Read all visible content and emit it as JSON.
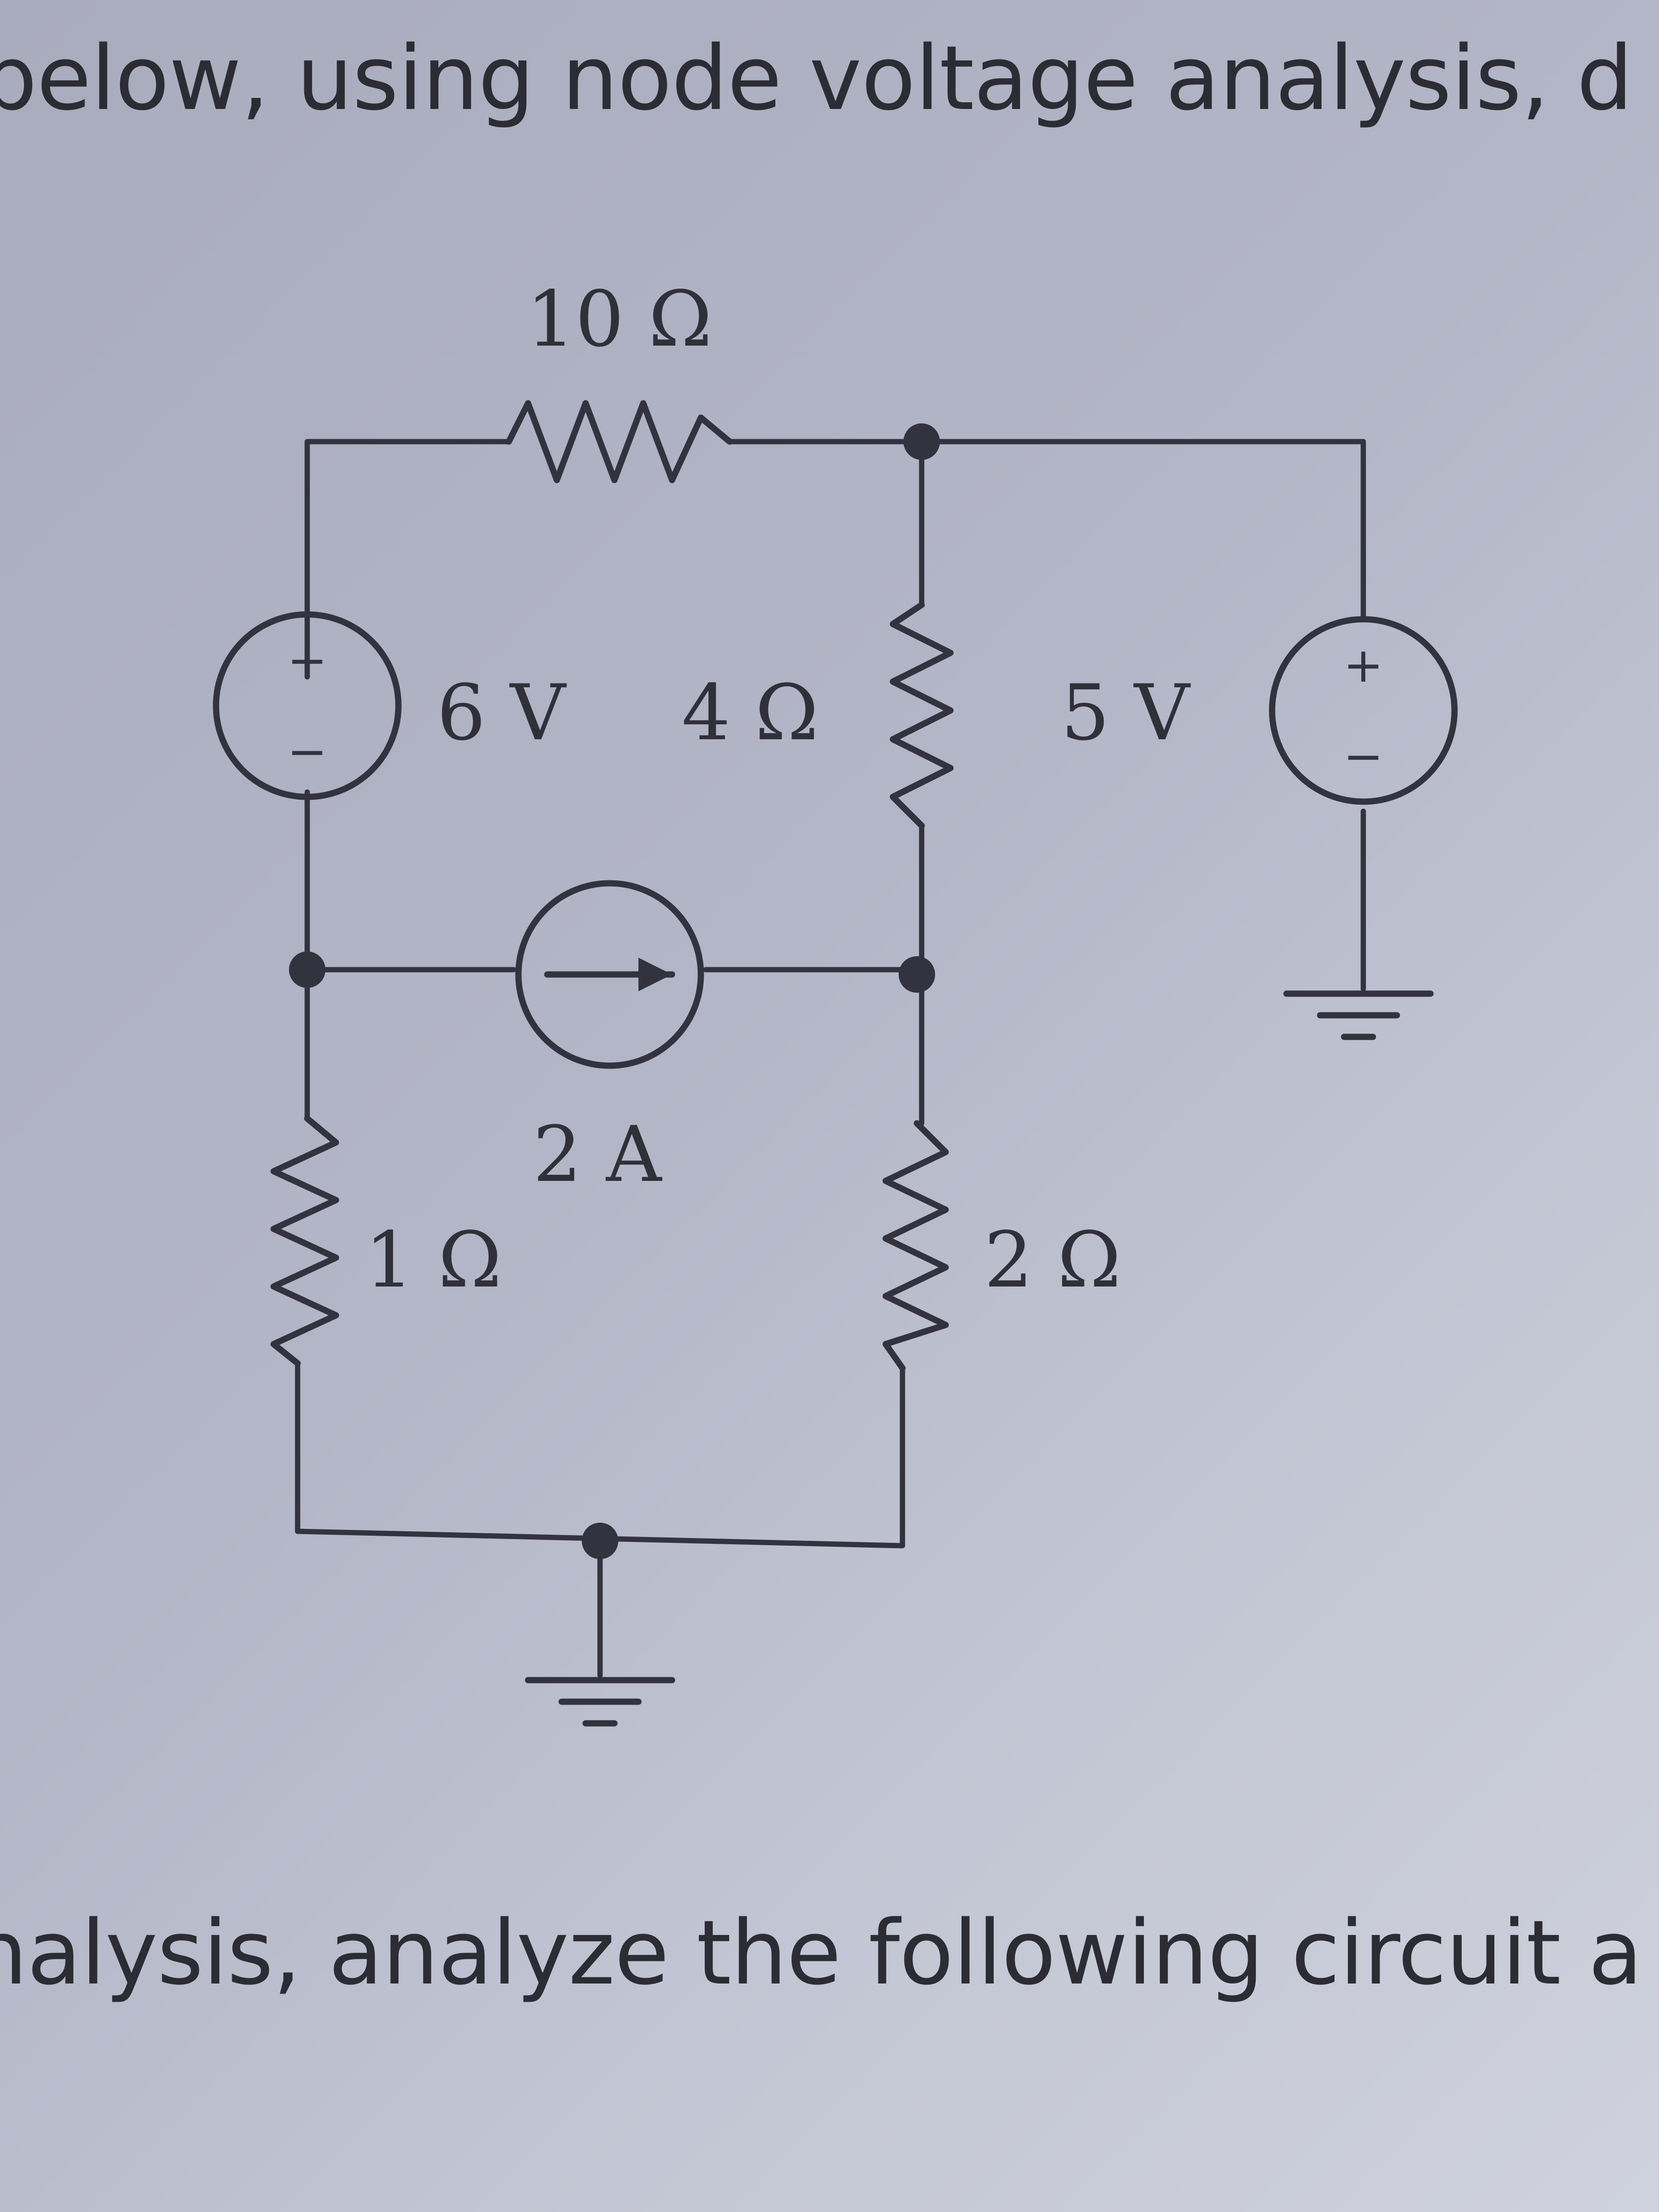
{
  "text": {
    "top_line": "below, using node voltage analysis, d",
    "bottom_line": "nalysis, analyze the following circuit a"
  },
  "circuit": {
    "components": [
      {
        "id": "R_top",
        "kind": "resistor",
        "label": "10 Ω"
      },
      {
        "id": "R_mid",
        "kind": "resistor",
        "label": "4 Ω"
      },
      {
        "id": "R_left",
        "kind": "resistor",
        "label": "1 Ω"
      },
      {
        "id": "R_right",
        "kind": "resistor",
        "label": "2 Ω"
      },
      {
        "id": "V_left",
        "kind": "voltage-source",
        "label": "6 V",
        "plus": "+",
        "minus": "−"
      },
      {
        "id": "V_right",
        "kind": "voltage-source",
        "label": "5 V",
        "plus": "+",
        "minus": "−"
      },
      {
        "id": "I_src",
        "kind": "current-source",
        "label": "2 A",
        "direction": "right"
      }
    ]
  },
  "colors": {
    "ink": "#333340",
    "background": "#b3b6c6"
  }
}
